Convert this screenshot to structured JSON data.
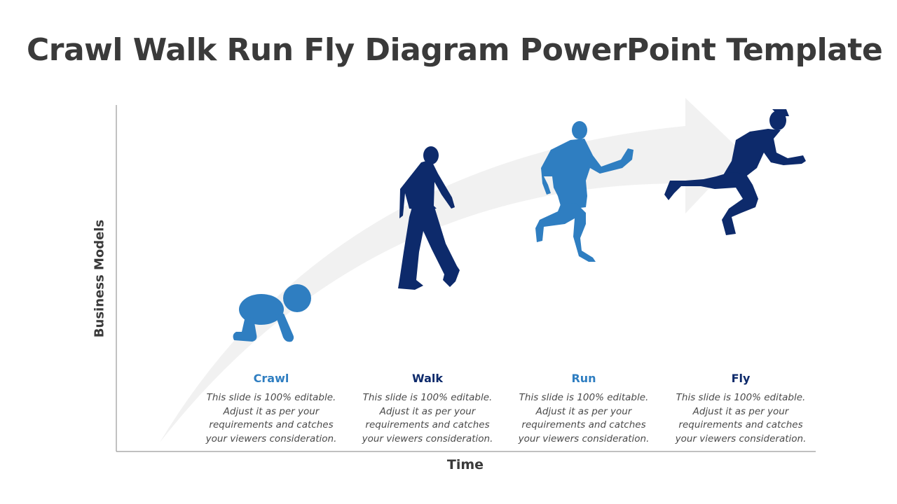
{
  "title": "Crawl Walk Run Fly Diagram PowerPoint Template",
  "axes": {
    "y_label": "Business Models",
    "x_label": "Time"
  },
  "colors": {
    "light_blue": "#2f7ec1",
    "dark_blue": "#0d2a6b",
    "arrow": "#f1f1f1",
    "axis": "#9a9a9a"
  },
  "stages": [
    {
      "label": "Crawl",
      "figure": "crawling-baby-icon",
      "color": "#2f7ec1",
      "description": [
        "This slide is 100% editable.",
        "Adjust it as per your",
        "requirements and catches",
        "your viewers consideration."
      ]
    },
    {
      "label": "Walk",
      "figure": "walking-man-icon",
      "color": "#0d2a6b",
      "description": [
        "This slide is 100% editable.",
        "Adjust it as per your",
        "requirements and catches",
        "your viewers consideration."
      ]
    },
    {
      "label": "Run",
      "figure": "running-man-icon",
      "color": "#2f7ec1",
      "description": [
        "This slide is 100% editable.",
        "Adjust it as per your",
        "requirements and catches",
        "your viewers consideration."
      ]
    },
    {
      "label": "Fly",
      "figure": "sprinting-man-icon",
      "color": "#0d2a6b",
      "description": [
        "This slide is 100% editable.",
        "Adjust it as per your",
        "requirements and catches",
        "your viewers consideration."
      ]
    }
  ]
}
